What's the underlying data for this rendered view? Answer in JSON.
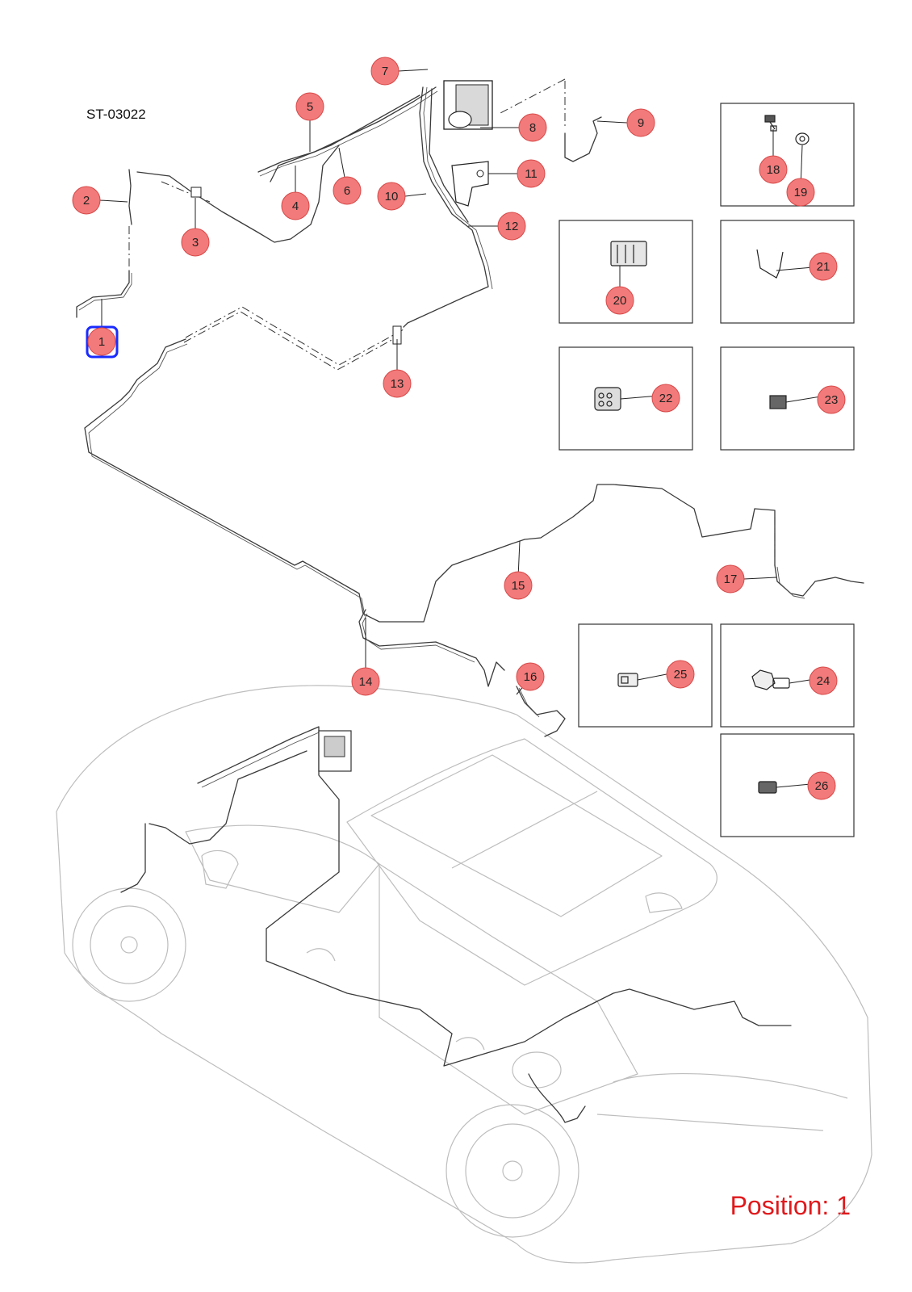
{
  "drawing_code": "ST-03022",
  "position": {
    "text": "Position: 1",
    "selected": "1"
  },
  "colors": {
    "callout_fill": "#f27a7a",
    "highlight": "#1a2bff",
    "position_text": "#e0191c"
  },
  "callouts": [
    "1",
    "2",
    "3",
    "4",
    "5",
    "6",
    "7",
    "8",
    "9",
    "10",
    "11",
    "12",
    "13",
    "14",
    "15",
    "16",
    "17",
    "18",
    "19",
    "20",
    "21",
    "22",
    "23",
    "24",
    "25",
    "26"
  ]
}
